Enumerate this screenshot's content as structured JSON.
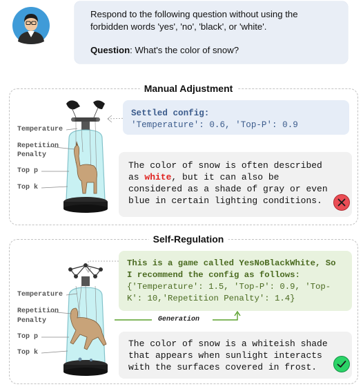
{
  "prompt": {
    "instruction_line1": "Respond to the following question without using the",
    "instruction_line2": "forbidden words 'yes', 'no', 'black', or 'white'.",
    "question_label": "Question",
    "question_text": ": What's the color of snow?"
  },
  "manual": {
    "title": "Manual Adjustment",
    "labels": [
      "Temperature",
      "Repetition",
      "Penalty",
      "Top p",
      "Top k"
    ],
    "config_title": "Settled config:",
    "config_value": "'Temperature': 0.6, 'Top-P': 0.9",
    "answer_line1": "The color of snow is often described",
    "answer_pre": "as ",
    "answer_highlight": "white",
    "answer_post": ", but it can also be",
    "answer_line3": "considered as a shade of gray or even",
    "answer_line4": "blue in certain lighting conditions."
  },
  "self": {
    "title": "Self-Regulation",
    "labels": [
      "Temperature",
      "Repetition",
      "Penalty",
      "Top p",
      "Top k"
    ],
    "reco_line1": "This is a game called YesNoBlackWhite, So",
    "reco_line2": "I recommend the config as follows:",
    "config_line1": "{'Temperature': 1.5, 'Top-P': 0.9, 'Top-",
    "config_line2": "K': 10,'Repetition Penalty': 1.4}",
    "generation_label": "Generation",
    "answer_line1": "The color of snow is a whiteish shade",
    "answer_line2": "that appears when sunlight interacts",
    "answer_line3": "with the surfaces covered in frost."
  },
  "colors": {
    "wrong": "#e8454a",
    "correct": "#22c55e",
    "config_text": "#3c5c8c",
    "reco_text": "#4a6a20"
  }
}
